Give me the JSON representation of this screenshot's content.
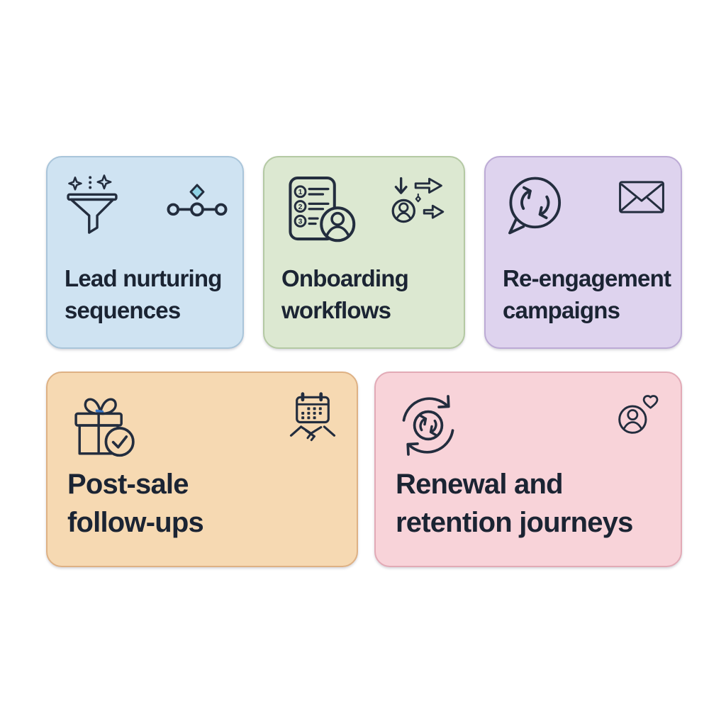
{
  "page": {
    "background": "#ffffff",
    "description": "Infographic of five marketing automation use-case cards"
  },
  "colors": {
    "text": "#1b2433",
    "icon_stroke": "#232d3e",
    "diamond_accent": "#8ed1e4",
    "bow_accent": "#3b77c6"
  },
  "icons": {
    "checklist_numbers": [
      "1",
      "2",
      "3"
    ]
  },
  "cards": [
    {
      "title": "Lead nurturing\nsequences",
      "bg": "#cfe3f2",
      "border": "#a9c5da",
      "icon_left": "funnel-sparkles-icon",
      "icon_right": "workflow-nodes-icon"
    },
    {
      "title": "Onboarding\nworkflows",
      "bg": "#dce8d1",
      "border": "#b4c9a3",
      "icon_left": "checklist-user-icon",
      "icon_right": "user-arrows-icon"
    },
    {
      "title": "Re-engagement\ncampaigns",
      "bg": "#ded3ee",
      "border": "#bcaad5",
      "icon_left": "chat-refresh-icon",
      "icon_right": "envelope-icon"
    },
    {
      "title": "Post-sale\nfollow-ups",
      "bg": "#f6d9b2",
      "border": "#deb184",
      "icon_left": "gift-check-icon",
      "icon_right": "calendar-handshake-icon"
    },
    {
      "title": "Renewal and\nretention journeys",
      "bg": "#f8d3d9",
      "border": "#e2aab6",
      "icon_left": "renewal-cycle-icon",
      "icon_right": "user-heart-icon"
    }
  ]
}
